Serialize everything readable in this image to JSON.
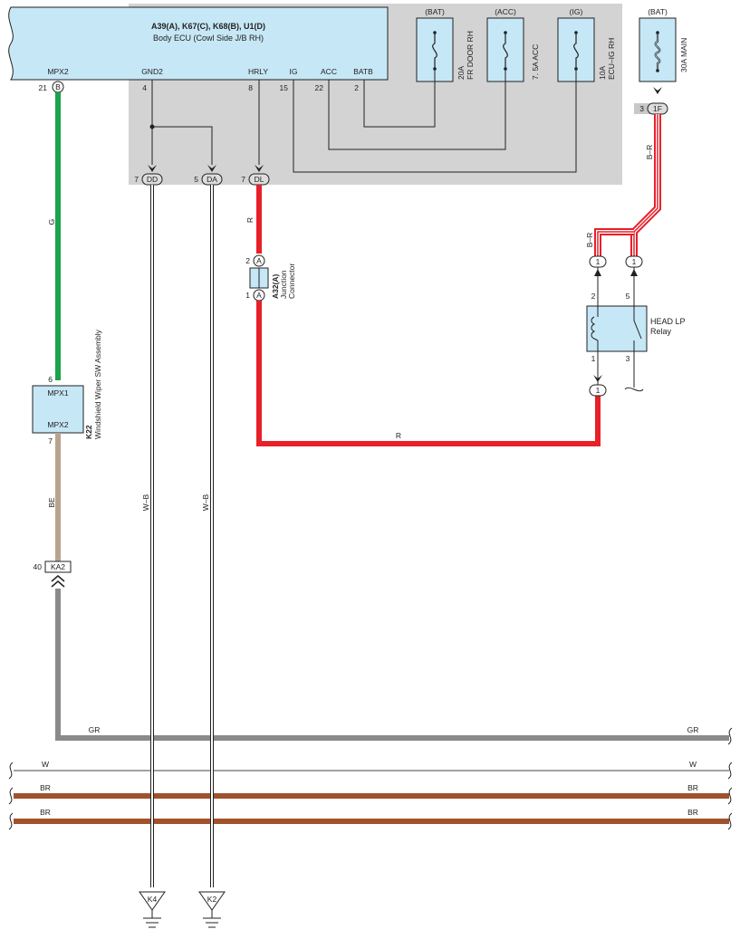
{
  "ecu": {
    "title": "A39(A), K67(C), K68(B), U1(D)",
    "subtitle": "Body ECU (Cowl Side J/B RH)",
    "pins": {
      "mpx2": "MPX2",
      "gnd2": "GND2",
      "hrly": "HRLY",
      "ig": "IG",
      "acc": "ACC",
      "batb": "BATB"
    },
    "pin_numbers": {
      "mpx2": "21",
      "gnd2": "4",
      "hrly": "8",
      "ig": "15",
      "acc": "22",
      "batb": "2"
    },
    "mpx2_connector": "B"
  },
  "fuses": {
    "door": {
      "source": "(BAT)",
      "rating": "20A",
      "name": "FR DOOR RH"
    },
    "acc": {
      "source": "(ACC)",
      "rating": "7. 5A ACC",
      "name": ""
    },
    "ig": {
      "source": "(IG)",
      "rating": "10A",
      "name": "ECU–IG RH"
    },
    "main": {
      "source": "(BAT)",
      "rating": "30A MAIN"
    }
  },
  "connectors": {
    "dd": {
      "pin": "7",
      "id": "DD"
    },
    "da": {
      "pin": "5",
      "id": "DA"
    },
    "dl": {
      "pin": "7",
      "id": "DL"
    },
    "f1": {
      "pin": "3",
      "id": "1F"
    },
    "ka2": {
      "pin": "40",
      "id": "KA2"
    }
  },
  "junction": {
    "code": "A32(A)",
    "name1": "Junction",
    "name2": "Connector",
    "pin_top": "2",
    "pin_bottom": "1",
    "letter": "A"
  },
  "relay": {
    "name1": "HEAD LP",
    "name2": "Relay",
    "pins": {
      "p2": "2",
      "p5": "5",
      "p1": "1",
      "p3": "3"
    },
    "conn": "1"
  },
  "wiper": {
    "code": "K22",
    "name": "Windshield Wiper SW Assembly",
    "pin_top": "6",
    "pin_bottom": "7",
    "label1": "MPX1",
    "label2": "MPX2"
  },
  "wires": {
    "g": "G",
    "r": "R",
    "r_bottom": "R",
    "br_top": "B–R",
    "br_left": "B–R",
    "be": "BE",
    "wb1": "W–B",
    "wb2": "W–B"
  },
  "buses": [
    {
      "label": "GR",
      "color": "#8a8a8a"
    },
    {
      "label": "W",
      "color": "#ffffff"
    },
    {
      "label": "BR",
      "color": "#a0522d"
    },
    {
      "label": "BR",
      "color": "#a0522d"
    }
  ],
  "grounds": [
    {
      "id": "K4"
    },
    {
      "id": "K2"
    }
  ],
  "colors": {
    "ecu_fill": "#c6e7f6",
    "panel": "#d3d3d3",
    "green": "#1aa34a",
    "red": "#e8202a",
    "tan": "#b8a48e",
    "gray": "#8a8a8a",
    "brown": "#a0522d"
  }
}
